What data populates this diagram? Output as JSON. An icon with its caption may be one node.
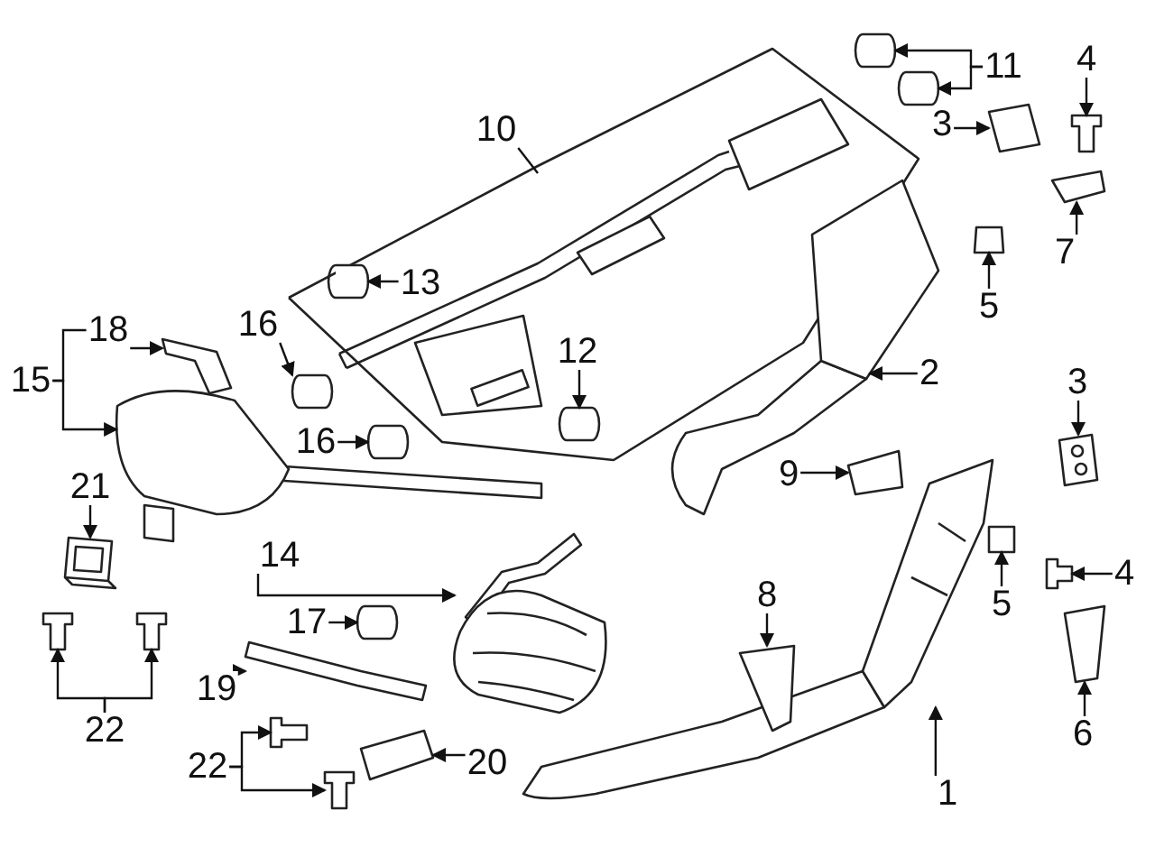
{
  "diagram": {
    "nodes": [
      {
        "text": [
          "11"
        ]
      },
      {
        "text": [
          "4"
        ]
      },
      {
        "text": [
          "10"
        ]
      },
      {
        "text": [
          "3"
        ]
      },
      {
        "text": [
          "7"
        ]
      },
      {
        "text": [
          "13"
        ]
      },
      {
        "text": [
          "5"
        ]
      },
      {
        "text": [
          "18"
        ]
      },
      {
        "text": [
          "16"
        ]
      },
      {
        "text": [
          "12"
        ]
      },
      {
        "text": [
          "15"
        ]
      },
      {
        "text": [
          "2"
        ]
      },
      {
        "text": [
          "3"
        ]
      },
      {
        "text": [
          "16"
        ]
      },
      {
        "text": [
          "9"
        ]
      },
      {
        "text": [
          "21"
        ]
      },
      {
        "text": [
          "14"
        ]
      },
      {
        "text": [
          "4"
        ]
      },
      {
        "text": [
          "8"
        ]
      },
      {
        "text": [
          "5"
        ]
      },
      {
        "text": [
          "17"
        ]
      },
      {
        "text": [
          "19"
        ]
      },
      {
        "text": [
          "22"
        ]
      },
      {
        "text": [
          "6"
        ]
      },
      {
        "text": [
          "1"
        ]
      },
      {
        "text": [
          "20"
        ]
      },
      {
        "text": [
          "22"
        ]
      },
      {
        "text": [],
        "shape": "picture"
      },
      {
        "text": [],
        "shape": "picture"
      },
      {
        "text": [],
        "shape": "picture"
      },
      {
        "text": [],
        "shape": "picture"
      },
      {
        "text": [],
        "shape": "picture"
      },
      {
        "text": [],
        "shape": "picture"
      },
      {
        "text": [],
        "shape": "picture"
      },
      {
        "text": [],
        "shape": "picture"
      },
      {
        "text": [],
        "shape": "picture"
      },
      {
        "text": [],
        "shape": "picture"
      },
      {
        "text": [],
        "shape": "picture"
      },
      {
        "text": [],
        "shape": "picture"
      },
      {
        "text": [],
        "shape": "picture"
      },
      {
        "text": [],
        "shape": "picture"
      },
      {
        "text": [],
        "shape": "picture"
      },
      {
        "text": [],
        "shape": "picture"
      },
      {
        "text": [],
        "shape": "picture"
      },
      {
        "text": [],
        "shape": "picture"
      },
      {
        "text": [],
        "shape": "picture"
      },
      {
        "text": [],
        "shape": "picture"
      },
      {
        "text": [],
        "shape": "picture"
      },
      {
        "text": [],
        "shape": "picture"
      },
      {
        "text": [],
        "shape": "picture"
      },
      {
        "text": [],
        "shape": "picture"
      },
      {
        "text": [],
        "shape": "picture"
      },
      {
        "text": [],
        "shape": "picture"
      },
      {
        "text": [],
        "shape": "picture"
      },
      {
        "text": [],
        "shape": "picture"
      },
      {
        "text": [],
        "shape": "picture"
      }
    ],
    "edges": [
      {
        "from": 0,
        "to": 34,
        "arrow": "to"
      },
      {
        "from": 0,
        "to": 35,
        "arrow": "to"
      },
      {
        "from": 1,
        "to": 37,
        "arrow": "to"
      },
      {
        "from": 2,
        "to": null,
        "arrow": "none"
      },
      {
        "from": 3,
        "to": 38,
        "arrow": "to"
      },
      {
        "from": 4,
        "to": 39,
        "arrow": "to"
      },
      {
        "from": 5,
        "to": 40,
        "arrow": "to"
      },
      {
        "from": 6,
        "to": 41,
        "arrow": "to"
      },
      {
        "from": 7,
        "to": 42,
        "arrow": "to"
      },
      {
        "from": 8,
        "to": 28,
        "arrow": "to"
      },
      {
        "from": 9,
        "to": 43,
        "arrow": "to"
      },
      {
        "from": 10,
        "to": 7,
        "arrow": "none"
      },
      {
        "from": 10,
        "to": 27,
        "arrow": "to"
      },
      {
        "from": 11,
        "to": 44,
        "arrow": "to"
      },
      {
        "from": 12,
        "to": 45,
        "arrow": "to"
      },
      {
        "from": 13,
        "to": 46,
        "arrow": "to"
      },
      {
        "from": 14,
        "to": 47,
        "arrow": "to"
      },
      {
        "from": 15,
        "to": 48,
        "arrow": "to"
      },
      {
        "from": 16,
        "to": 49,
        "arrow": "to"
      },
      {
        "from": 17,
        "to": 50,
        "arrow": "to"
      },
      {
        "from": 18,
        "to": 51,
        "arrow": "to"
      },
      {
        "from": 19,
        "to": 52,
        "arrow": "to"
      },
      {
        "from": 20,
        "to": 36,
        "arrow": "to"
      },
      {
        "from": 21,
        "to": 29,
        "arrow": "to"
      },
      {
        "from": 22,
        "to": 30,
        "arrow": "to"
      },
      {
        "from": 22,
        "to": 31,
        "arrow": "to"
      },
      {
        "from": 23,
        "to": 53,
        "arrow": "to"
      },
      {
        "from": 24,
        "to": 54,
        "arrow": "to"
      },
      {
        "from": 25,
        "to": 55,
        "arrow": "to"
      },
      {
        "from": 26,
        "to": 32,
        "arrow": "to"
      },
      {
        "from": 26,
        "to": 33,
        "arrow": "to"
      }
    ]
  }
}
